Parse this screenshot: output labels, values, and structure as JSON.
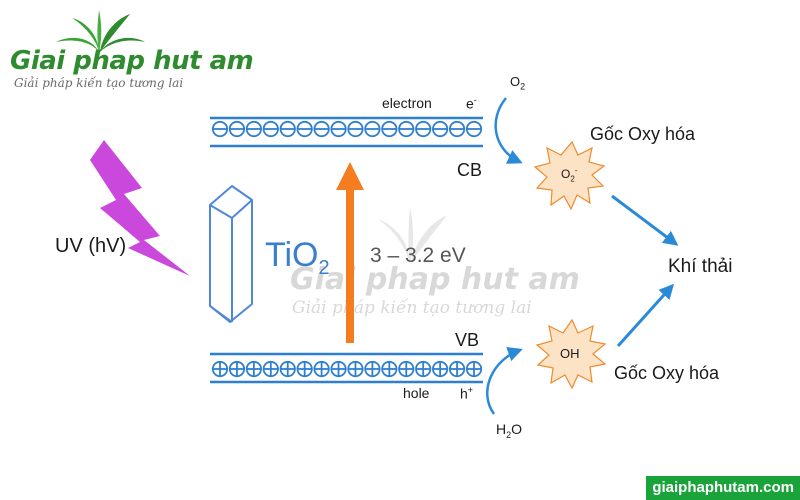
{
  "logo": {
    "brand": "Giai phap hut am",
    "tagline": "Giải pháp kiến tạo tương lai"
  },
  "watermark": {
    "brand": "Giai phap hut am",
    "tagline": "Giải pháp kiến tạo tương lai"
  },
  "diagram": {
    "uv_label": "UV (hV)",
    "material": "TiO",
    "material_sub": "2",
    "gap_label": "3 – 3.2 eV",
    "cb_label": "CB",
    "vb_label": "VB",
    "electron_label": "electron",
    "electron_symbol": "e",
    "electron_sup": "-",
    "hole_label": "hole",
    "hole_symbol": "h",
    "hole_sup": "+",
    "o2_label": "O",
    "o2_sub": "2",
    "o2_radical": "O",
    "o2_radical_sub": "2",
    "o2_radical_sup": "-",
    "h2o_pre": "H",
    "h2o_sub": "2",
    "h2o_post": "O",
    "oh_radical": "OH",
    "oxidizer_top": "Gốc Oxy hóa",
    "oxidizer_bottom": "Gốc Oxy hóa",
    "exhaust": "Khí thải",
    "electron_count": 16,
    "hole_count": 16,
    "colors": {
      "band": "#2f7fd0",
      "uv": "#c435d8",
      "gap_arrow": "#f57c1f",
      "burst_fill": "#fde3c6",
      "burst_stroke": "#f08a2c",
      "flow_arrow": "#2a8ad8",
      "crystal": "#4f88d8"
    }
  },
  "footer": {
    "site": "giaiphaphutam.com"
  }
}
